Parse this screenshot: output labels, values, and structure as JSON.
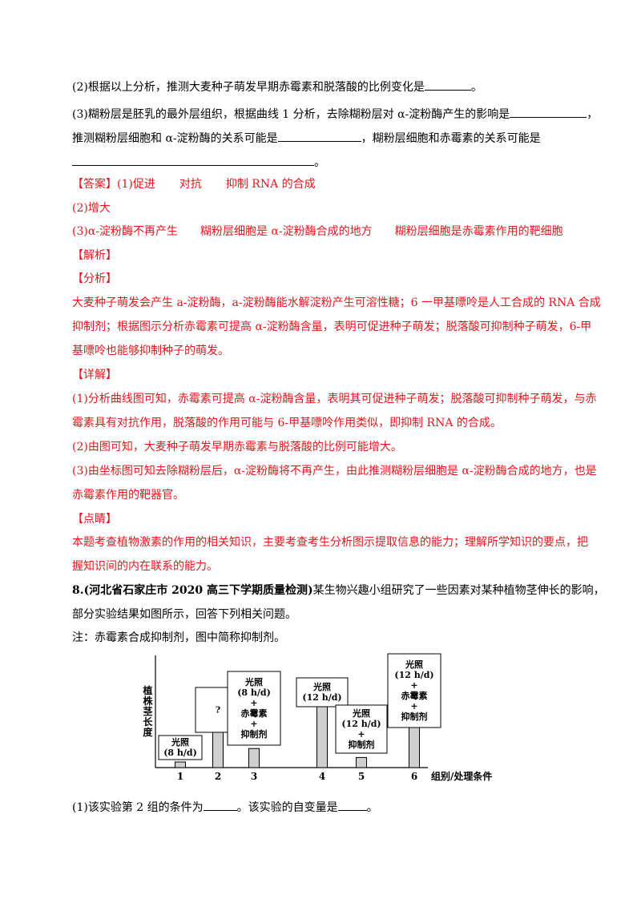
{
  "q_prev": {
    "q2_text": "(2)根据以上分析，推测大麦种子萌发早期赤霉素和脱落酸的比例变化是",
    "q2_end": "。",
    "q3_line1_text": "(3)糊粉层是胚乳的最外层组织，根据曲线 1 分析，去除糊粉层对 α-淀粉酶产生的影响是",
    "q3_line1_end": "，",
    "q3_line2_a": "推测糊粉层细胞和 α-淀粉酶的关系可能是",
    "q3_line2_b": "，糊粉层细胞和赤霉素的关系可能是",
    "q3_line3_end": "。"
  },
  "answer": {
    "label": "【答案】",
    "a1": "(1)促进",
    "a1b": "对抗",
    "a1c": "抑制 RNA 的合成",
    "a2": "(2)增大",
    "a3a": "(3)α-淀粉酶不再产生",
    "a3b": "糊粉层细胞是 α-淀粉酶合成的地方",
    "a3c": "糊粉层细胞是赤霉素作用的靶细胞"
  },
  "analysis": {
    "label": "【解析】",
    "sub_label": "【分析】",
    "p1": "大麦种子萌发会产生 a-淀粉酶，a-淀粉酶能水解淀粉产生可溶性糖；6 一甲基嘌呤是人工合成的 RNA 合成",
    "p2": "抑制剂；根据图示分析赤霉素可提高 α-淀粉酶含量，表明可促进种子萌发；脱落酸可抑制种子萌发，6-甲",
    "p3": "基嘌呤也能够抑制种子的萌发。"
  },
  "detail": {
    "label": "【详解】",
    "d1a": "(1)分析曲线图可知，赤霉素可提高 α-淀粉酶含量，表明其可促进种子萌发；脱落酸可抑制种子萌发，与赤",
    "d1b": "霉素具有对抗作用，脱落酸的作用可能与 6-甲基嘌呤作用类似，即抑制 RNA 的合成。",
    "d2": "(2)由图可知，大麦种子萌发早期赤霉素与脱落酸的比例可能增大。",
    "d3a": "(3)由坐标图可知去除糊粉层后，α-淀粉酶将不再产生，由此推测糊粉层细胞是 α-淀粉酶合成的地方，也是",
    "d3b": "赤霉素作用的靶器官。"
  },
  "comment": {
    "label": "【点睛】",
    "c1": "本题考查植物激素的作用的相关知识，主要考查考生分析图示提取信息的能力；理解所学知识的要点，把",
    "c2": "握知识间的内在联系的能力。"
  },
  "q8": {
    "number": "8.",
    "source": "(河北省石家庄市 2020 高三下学期质量检测)",
    "stem1": "某生物兴趣小组研究了一些因素对某种植物茎伸长的影响，",
    "stem2": "部分实验结果如图所示，回答下列相关问题。",
    "note": "注：赤霉素合成抑制剂，图中简称抑制剂。",
    "sub1_a": "(1)该实验第  2 组的条件为",
    "sub1_b": "。该实验的自变量是",
    "sub1_c": "。"
  },
  "chart_data": {
    "type": "bar",
    "ylabel": "植株茎长度",
    "xlabel": "组别/处理条件",
    "categories": [
      "1",
      "2",
      "3",
      "4",
      "5",
      "6"
    ],
    "values": [
      0.5,
      3.4,
      1.7,
      6.9,
      0.9,
      4.3
    ],
    "ylim": [
      0,
      10
    ],
    "condition_labels": [
      [
        "光照",
        "(8 h/d)"
      ],
      [
        "?"
      ],
      [
        "光照",
        "(8 h/d)",
        "+",
        "赤霉素",
        "+",
        "抑制剂"
      ],
      [
        "光照",
        "(12 h/d)"
      ],
      [
        "光照",
        "(12 h/d)",
        "+",
        "抑制剂"
      ],
      [
        "光照",
        "(12 h/d)",
        "+",
        "赤霉素",
        "+",
        "抑制剂"
      ]
    ]
  }
}
